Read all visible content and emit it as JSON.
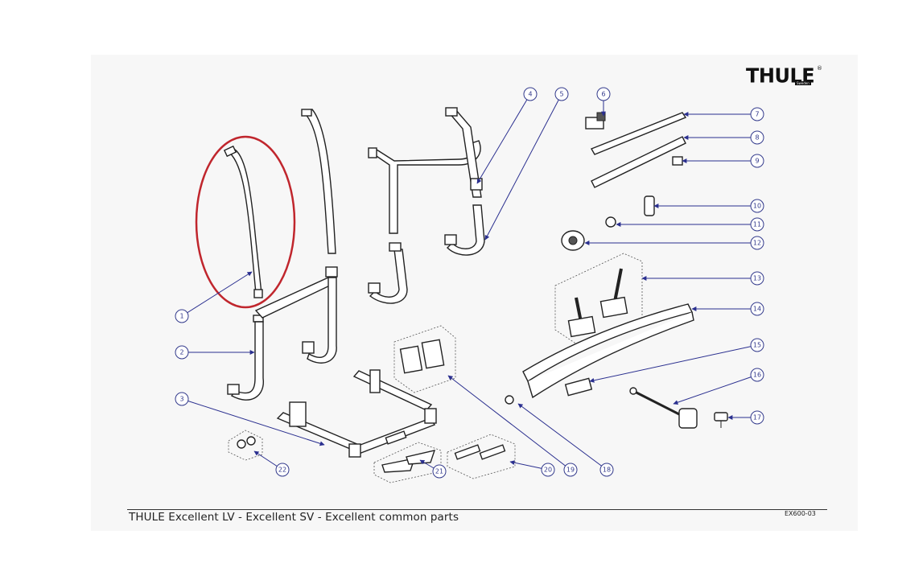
{
  "brand": {
    "name": "THULE",
    "tagline": "Sweden",
    "registered": "®"
  },
  "footer": {
    "title": "THULE Excellent LV - Excellent SV - Excellent common parts",
    "code": "EX600-03"
  },
  "callouts": [
    "1",
    "2",
    "3",
    "4",
    "5",
    "6",
    "7",
    "8",
    "9",
    "10",
    "11",
    "12",
    "13",
    "14",
    "15",
    "16",
    "17",
    "18",
    "19",
    "20",
    "21",
    "22"
  ],
  "highlight": {
    "target_part": "1",
    "color": "#c0262d"
  },
  "colors": {
    "callout": "#333a8c",
    "line_art": "#222222",
    "highlight": "#c0262d"
  }
}
